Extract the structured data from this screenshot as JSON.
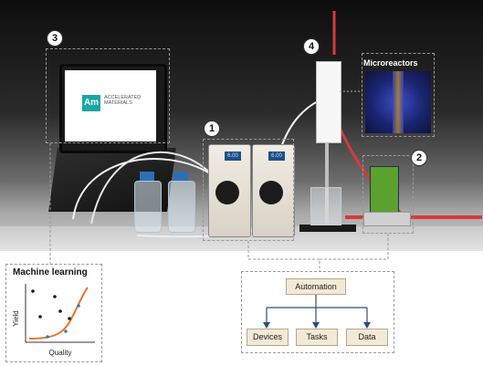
{
  "labels": {
    "badge1": "1",
    "badge2": "2",
    "badge3": "3",
    "badge4": "4",
    "microreactors": "Microreactors",
    "laptop_logo_mark": "Am",
    "laptop_logo_text": "ACCELERATED MATERIALS",
    "pump_display_1": "6.00",
    "pump_display_2": "6.00"
  },
  "machine_learning": {
    "title": "Machine learning",
    "ylabel": "Yield",
    "xlabel": "Quality"
  },
  "automation": {
    "root": "Automation",
    "children": [
      "Devices",
      "Tasks",
      "Data"
    ]
  },
  "colors": {
    "curve": "#e8742a",
    "points": "#1a1a1a",
    "fit_points": "#3d7bbf",
    "arrow": "#2b4d7a"
  }
}
